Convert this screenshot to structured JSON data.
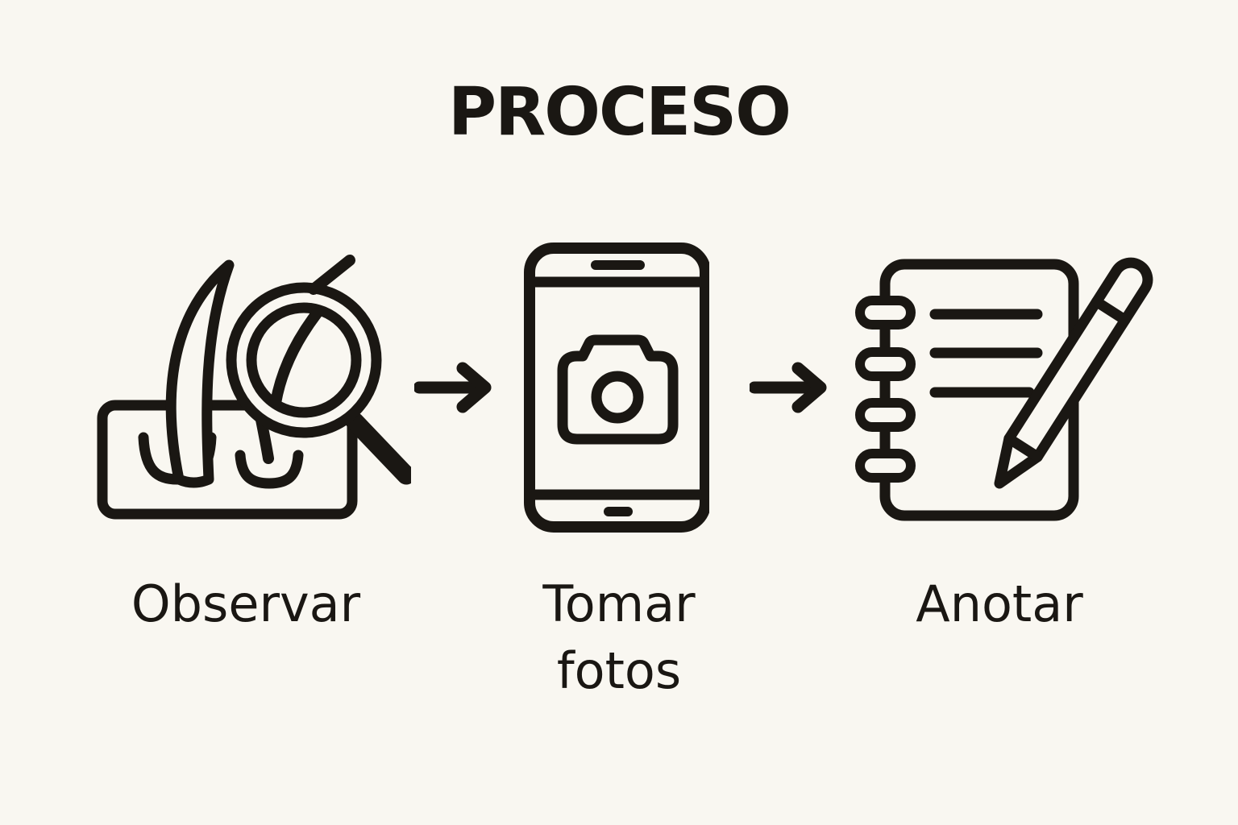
{
  "colors": {
    "background": "#F9F7F1",
    "ink": "#1A1713"
  },
  "title": "PROCESO",
  "steps": [
    {
      "label": "Observar",
      "icon": "skin-hair-magnifier-icon"
    },
    {
      "label": "Tomar fotos",
      "icon": "smartphone-camera-icon"
    },
    {
      "label": "Anotar",
      "icon": "notebook-pencil-icon"
    }
  ],
  "connectors": [
    {
      "icon": "arrow-right-icon"
    },
    {
      "icon": "arrow-right-icon"
    }
  ]
}
